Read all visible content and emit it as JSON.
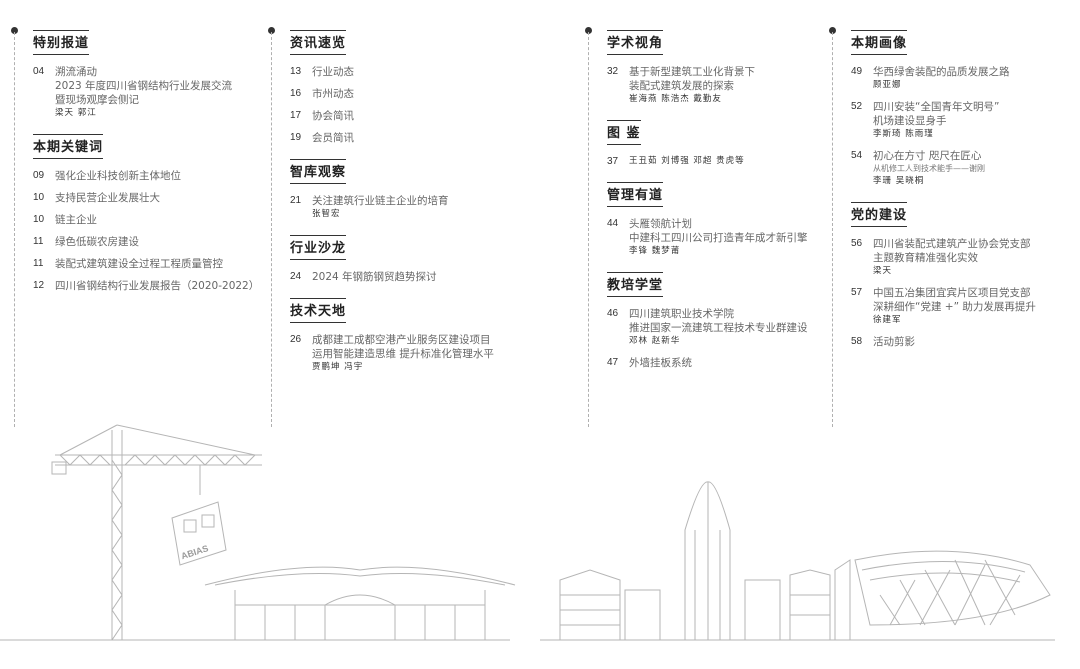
{
  "columns": [
    {
      "sections": [
        {
          "title": "特别报道",
          "items": [
            {
              "num": "04",
              "lines": [
                "溯流涌动",
                "2023 年度四川省钢结构行业发展交流",
                "暨现场观摩会侧记"
              ],
              "author": "梁天 郭江"
            }
          ]
        },
        {
          "title": "本期关键词",
          "items": [
            {
              "num": "09",
              "lines": [
                "强化企业科技创新主体地位"
              ]
            },
            {
              "num": "10",
              "lines": [
                "支持民营企业发展壮大"
              ]
            },
            {
              "num": "10",
              "lines": [
                "链主企业"
              ]
            },
            {
              "num": "11",
              "lines": [
                "绿色低碳农房建设"
              ]
            },
            {
              "num": "11",
              "lines": [
                "装配式建筑建设全过程工程质量管控"
              ]
            },
            {
              "num": "12",
              "lines": [
                "四川省钢结构行业发展报告（2020-2022）"
              ]
            }
          ]
        }
      ]
    },
    {
      "sections": [
        {
          "title": "资讯速览",
          "items": [
            {
              "num": "13",
              "lines": [
                "行业动态"
              ]
            },
            {
              "num": "16",
              "lines": [
                "市州动态"
              ]
            },
            {
              "num": "17",
              "lines": [
                "协会简讯"
              ]
            },
            {
              "num": "19",
              "lines": [
                "会员简讯"
              ]
            }
          ]
        },
        {
          "title": "智库观察",
          "items": [
            {
              "num": "21",
              "lines": [
                "关注建筑行业链主企业的培育"
              ],
              "author": "张智宏"
            }
          ]
        },
        {
          "title": "行业沙龙",
          "items": [
            {
              "num": "24",
              "lines": [
                "2024 年钢筋钢贸趋势探讨"
              ]
            }
          ]
        },
        {
          "title": "技术天地",
          "items": [
            {
              "num": "26",
              "lines": [
                "成都建工成都空港产业服务区建设项目",
                "运用智能建造思维 提升标准化管理水平"
              ],
              "author": "贾鹏坤 冯宇"
            }
          ]
        }
      ]
    },
    {
      "sections": [
        {
          "title": "学术视角",
          "items": [
            {
              "num": "32",
              "lines": [
                "基于新型建筑工业化背景下",
                "装配式建筑发展的探索"
              ],
              "author": "崔海燕 陈浩杰 戴勤友"
            }
          ]
        },
        {
          "title": "图  鉴",
          "items": [
            {
              "num": "37",
              "lines": [],
              "author": "王丑茹  刘博强  邓超  贵虎等"
            }
          ]
        },
        {
          "title": "管理有道",
          "items": [
            {
              "num": "44",
              "lines": [
                "头雁领航计划",
                "中建科工四川公司打造青年成才新引擎"
              ],
              "author": "李锋 魏梦莆"
            }
          ]
        },
        {
          "title": "教培学堂",
          "items": [
            {
              "num": "46",
              "lines": [
                "四川建筑职业技术学院",
                "推进国家一流建筑工程技术专业群建设"
              ],
              "author": "邓林 赵新华"
            },
            {
              "num": "47",
              "lines": [
                "外墙挂板系统"
              ]
            }
          ]
        }
      ]
    },
    {
      "sections": [
        {
          "title": "本期画像",
          "items": [
            {
              "num": "49",
              "lines": [
                "华西绿舍装配的品质发展之路"
              ],
              "author": "顾亚娜"
            },
            {
              "num": "52",
              "lines": [
                "四川安装“全国青年文明号”",
                "机场建设显身手"
              ],
              "author": "李斯琦 陈雨瑾"
            },
            {
              "num": "54",
              "lines": [
                "初心在方寸 咫尺在匠心"
              ],
              "small": "从机修工人到技术能手——谢刚",
              "author": "李珊 吴晓桐"
            }
          ]
        },
        {
          "title": "党的建设",
          "items": [
            {
              "num": "56",
              "lines": [
                "四川省装配式建筑产业协会党支部",
                "主题教育精准强化实效"
              ],
              "author": "梁天"
            },
            {
              "num": "57",
              "lines": [
                "中国五冶集团宜宾片区项目党支部",
                "深耕细作“党建 +” 助力发展再提升"
              ],
              "author": "徐建军"
            },
            {
              "num": "58",
              "lines": [
                "活动剪影"
              ]
            }
          ]
        }
      ]
    }
  ],
  "illustration": {
    "crane_sign": "ABIAS"
  }
}
